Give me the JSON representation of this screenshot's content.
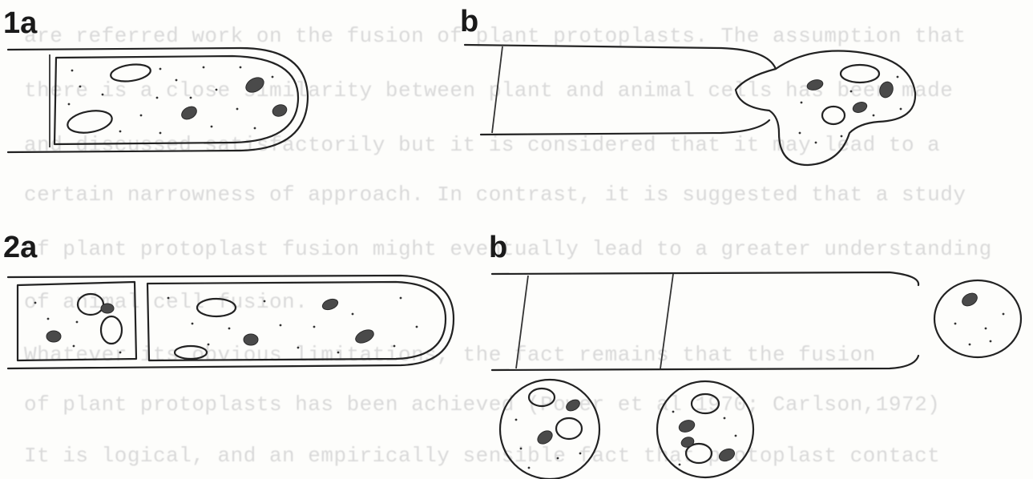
{
  "labels": {
    "panel_1a_num": "1",
    "panel_1a_letter": "a",
    "panel_1b": "b",
    "panel_2a_num": "2",
    "panel_2a_letter": "a",
    "panel_2b": "b"
  },
  "background_text": [
    "are referred work on the fusion of plant protoplasts. The assumption that",
    "there is a close similarity between plant and animal cells has been made",
    "and discussed satisfactorily but it is considered that it may lead to a",
    "certain narrowness of approach. In contrast, it is suggested that a study",
    "of plant protoplast fusion might eventually lead to a greater understanding",
    "of animal cell fusion.",
    "    Whatever its obvious limitations, the fact remains that the fusion",
    "of plant protoplasts has been achieved (Power et al 1970; Carlson,1972)",
    "It is logical, and an empirically sensible fact that protoplast contact"
  ],
  "colors": {
    "ink": "#222222",
    "paper": "#fdfdfb",
    "bleed_through": "#d9d9d9"
  }
}
